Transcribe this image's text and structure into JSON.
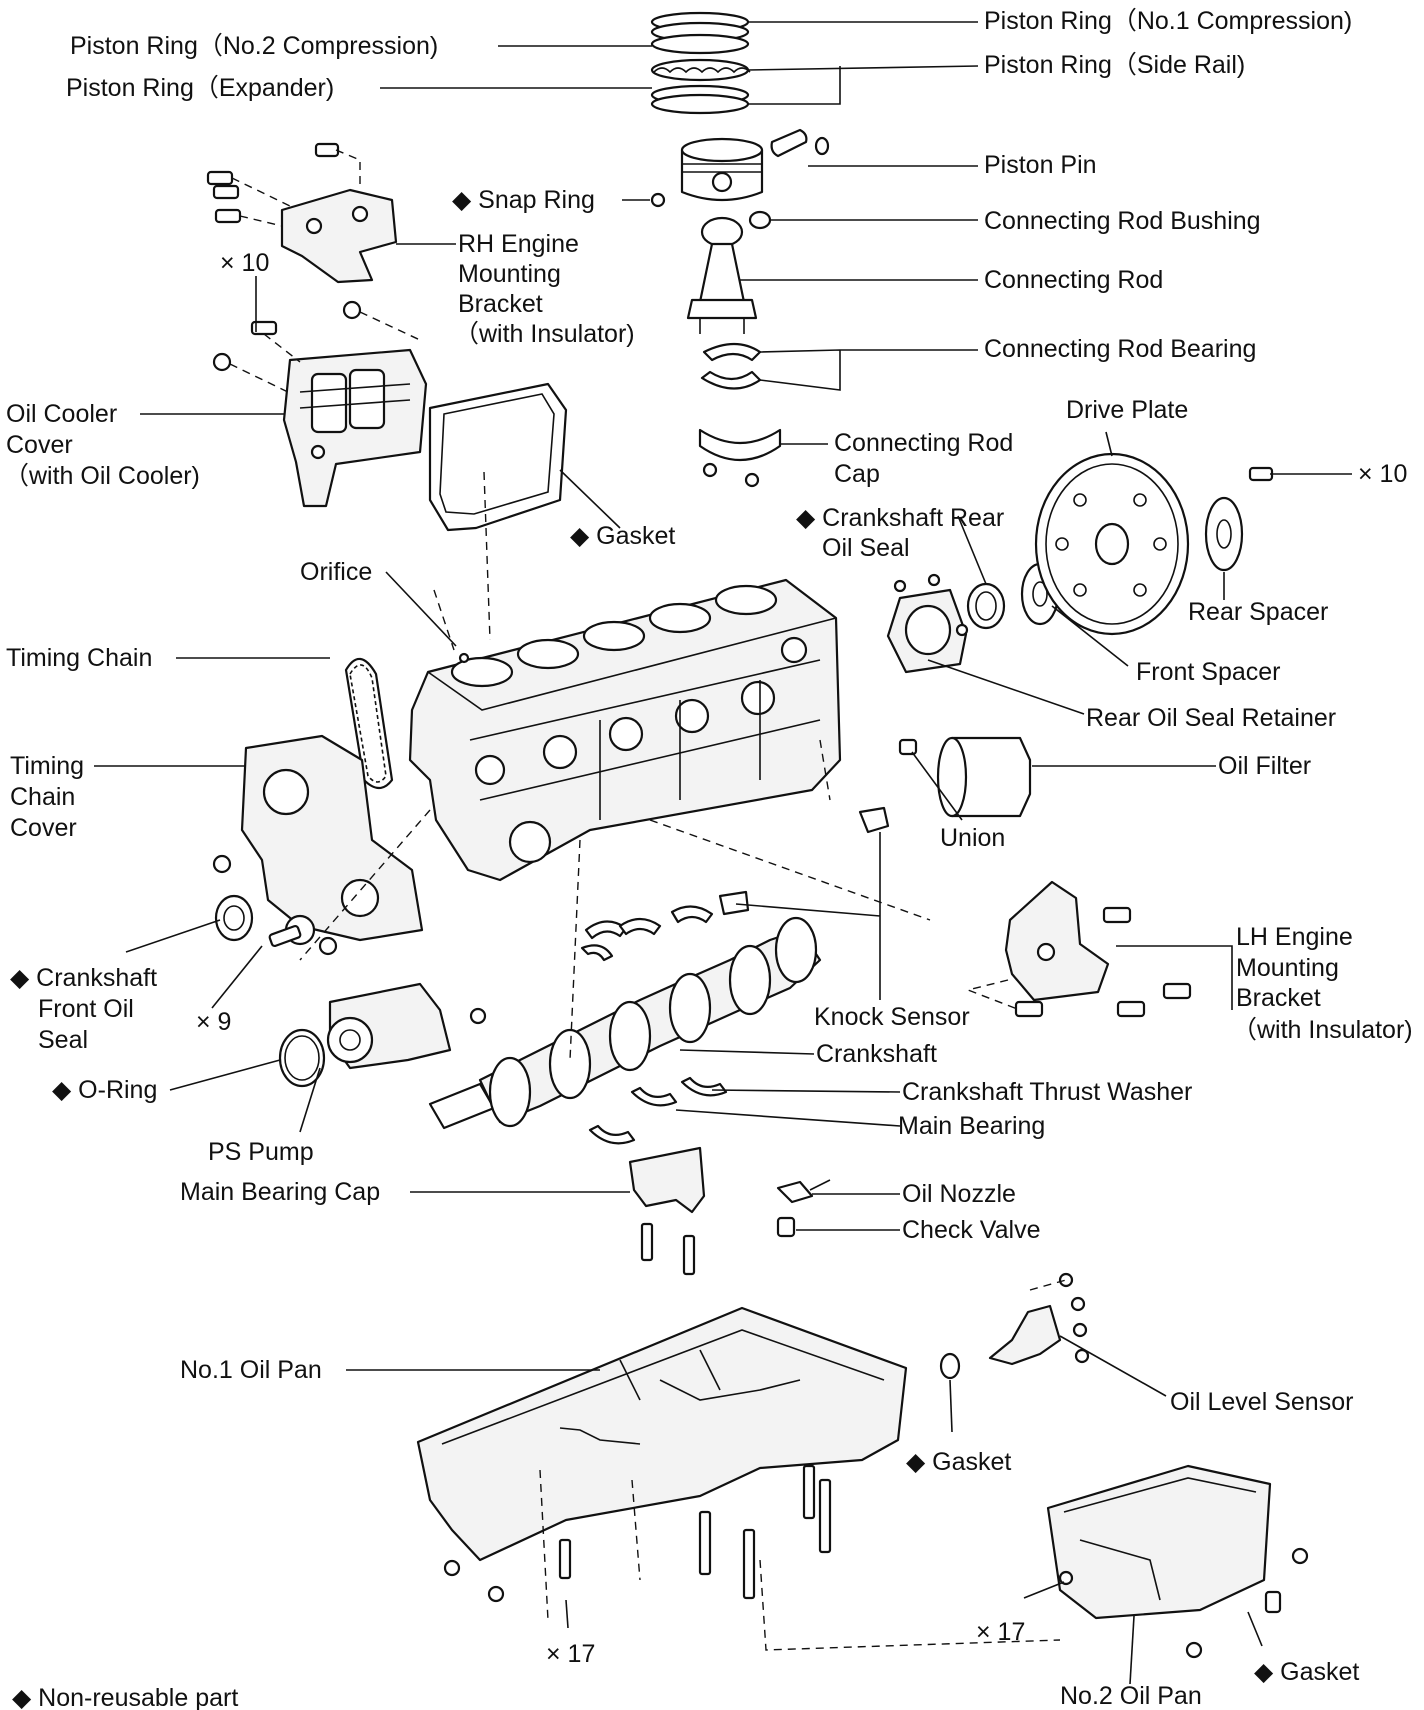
{
  "labels": {
    "ring1": "Piston Ring（No.1 Compression)",
    "ring2": "Piston Ring（No.2 Compression)",
    "rail": "Piston Ring（Side Rail)",
    "expander": "Piston Ring（Expander)",
    "pin": "Piston Pin",
    "snap": "◆ Snap Ring",
    "bushing": "Connecting Rod Bushing",
    "rod": "Connecting Rod",
    "rodBearing": "Connecting Rod Bearing",
    "rodCap1": "Connecting Rod",
    "rodCap2": "Cap",
    "rhBr1": "RH Engine",
    "rhBr2": "Mounting",
    "rhBr3": "Bracket",
    "rhBr4": "（with Insulator)",
    "x10a": "× 10",
    "cooler1": "Oil Cooler",
    "cooler2": "Cover",
    "cooler3": "（with Oil Cooler)",
    "gasket1": "◆ Gasket",
    "drivePlate": "Drive Plate",
    "x10b": "× 10",
    "rearSeal1": "◆ Crankshaft Rear",
    "rearSeal2": "Oil Seal",
    "rearSpacer": "Rear Spacer",
    "frontSpacer": "Front Spacer",
    "retainer": "Rear Oil Seal Retainer",
    "orifice": "Orifice",
    "timingChain": "Timing Chain",
    "tcc1": "Timing",
    "tcc2": "Chain",
    "tcc3": "Cover",
    "oilFilter": "Oil Filter",
    "union": "Union",
    "lhBr1": "LH Engine",
    "lhBr2": "Mounting",
    "lhBr3": "Bracket",
    "lhBr4": "（with Insulator)",
    "frontSeal1": "◆ Crankshaft",
    "frontSeal2": "Front Oil",
    "frontSeal3": "Seal",
    "x9": "× 9",
    "knock": "Knock Sensor",
    "crankshaft": "Crankshaft",
    "oring": "◆ O-Ring",
    "thrust": "Crankshaft Thrust Washer",
    "mainBearing": "Main Bearing",
    "psPump": "PS Pump",
    "mainCap": "Main Bearing Cap",
    "nozzle": "Oil Nozzle",
    "checkValve": "Check Valve",
    "pan1": "No.1 Oil Pan",
    "levelSensor": "Oil Level Sensor",
    "gasket2": "◆ Gasket",
    "x17a": "× 17",
    "x17b": "× 17",
    "gasket3": "◆ Gasket",
    "pan2": "No.2 Oil Pan",
    "legend": "◆ Non-reusable part"
  }
}
